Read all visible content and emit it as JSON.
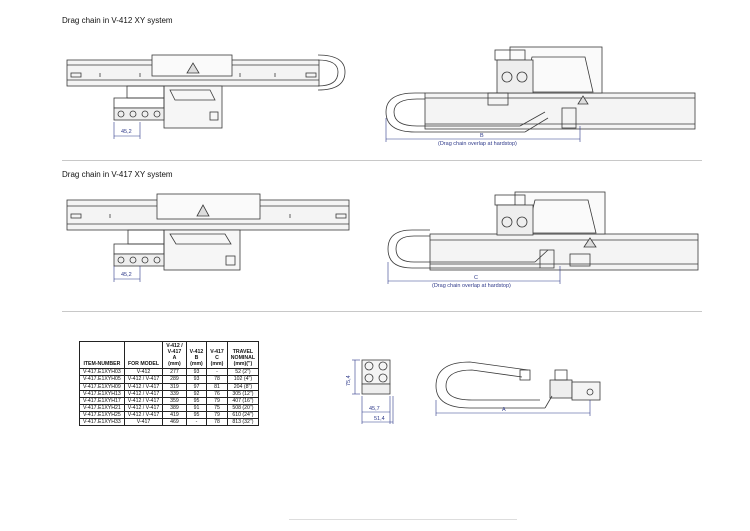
{
  "section1": {
    "title": "Drag chain in V-412 XY system",
    "dim_side": "45,2",
    "dim_top_label": "B",
    "dim_top_note": "(Drag chain overlap at hardstop)"
  },
  "section2": {
    "title": "Drag chain in V-417 XY system",
    "dim_side": "45,2",
    "dim_top_label": "C",
    "dim_top_note": "(Drag chain overlap at hardstop)"
  },
  "section3": {
    "dim_height": "75,4",
    "dim_w1": "45,7",
    "dim_w2": "51,4",
    "dim_a": "A"
  },
  "table": {
    "headers": [
      [
        "ITEM-NUMBER"
      ],
      [
        "FOR MODEL"
      ],
      [
        "V-412 /",
        "V-417",
        "A",
        "(mm)"
      ],
      [
        "V-412",
        "B",
        "(mm)"
      ],
      [
        "V-417",
        "C",
        "(mm)"
      ],
      [
        "TRAVEL",
        "NOMINAL",
        "(mm)(\")"
      ]
    ],
    "rows": [
      [
        "V-417.E1XYH03",
        "V-412",
        "277",
        "93",
        "-",
        "52 (2\")"
      ],
      [
        "V-417.E1XYH05",
        "V-412 / V-417",
        "289",
        "93",
        "78",
        "102 (4\")"
      ],
      [
        "V-417.E1XYH09",
        "V-412 / V-417",
        "319",
        "97",
        "81",
        "204 (8\")"
      ],
      [
        "V-417.E1XYH13",
        "V-412 / V-417",
        "339",
        "92",
        "76",
        "305 (12\")"
      ],
      [
        "V-417.E1XYH17",
        "V-412 / V-417",
        "359",
        "95",
        "79",
        "407 (16\")"
      ],
      [
        "V-417.E1XYH21",
        "V-412 / V-417",
        "389",
        "91",
        "75",
        "508 (20\")"
      ],
      [
        "V-417.E1XYH25",
        "V-412 / V-417",
        "419",
        "95",
        "79",
        "610 (24\")"
      ],
      [
        "V-417.E1XYH33",
        "V-417",
        "469",
        "-",
        "78",
        "813 (32\")"
      ]
    ]
  },
  "colors": {
    "line": "#3a3a3a",
    "dimension": "#2f3a8a",
    "rail": "#f2f2f2"
  }
}
